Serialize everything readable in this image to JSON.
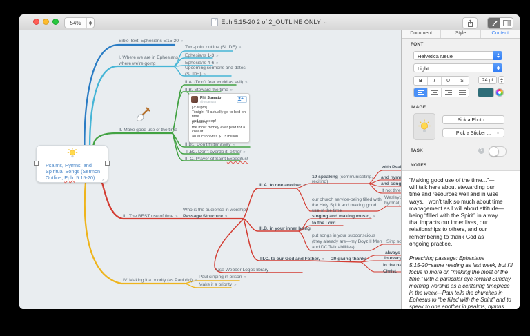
{
  "window": {
    "zoom_level": "54%",
    "title": "Eph 5.15-20 2 of 2_OUTLINE ONLY"
  },
  "inspector": {
    "tabs": {
      "document": "Document",
      "style": "Style",
      "content": "Content"
    },
    "font": {
      "label": "FONT",
      "family": "Helvetica Neue",
      "weight": "Light",
      "bold": "B",
      "italic": "I",
      "underline": "U",
      "strike": "S",
      "size": "24 pt",
      "color_swatch": "#2e6d78"
    },
    "image": {
      "label": "IMAGE",
      "pick_photo": "Pick a Photo ...",
      "pick_sticker": "Pick a Sticker ..."
    },
    "task": {
      "label": "TASK",
      "help": "?"
    },
    "notes": {
      "label": "NOTES",
      "paragraph1": "“Making good use of the time...”—\nwill talk here about stewarding our\ntime and resources well and in wise\nways. I won’t talk so much about time\nmanagement as I will about attitude—\nbeing “filled with the Spirit” in a way\nthat impacts our inner lives, our\nrelationships to others, and our\nremembering to thank God as\nongoing practice.",
      "paragraph2": "Preaching passage: Ephesians\n5:15-20=same reading as last week, but I’ll\nfocus in more on “making the most of the\ntime,” with a particular eye toward Sunday\nmorning worship as a centering timepiece\nin the week—Paul tells the churches in\nEphesus to “be filled with the Spirit” and to\nspeak to one another in psalms, hymns"
    }
  },
  "map": {
    "root": {
      "pre": "Psalms, Hymns, and\nSpiritual Songs (Sermon\nOutline, ",
      "word": "Eph.",
      "post": " 5:15-20)"
    },
    "nodes": {
      "bible": "Bible Text: Ephesians 5:15-20",
      "where": "I. Where we are in Ephesians,\nwhere we’re going",
      "two_point": "Two-point outline (SLIDE)",
      "eph13": "Ephesians 1-3",
      "eph46": "Ephesians 4-6",
      "upcoming": "Upcoming sermons and dates\n(SLIDE)",
      "make_use": "II. Make good use of the time",
      "iia": "II.A. (Don’t fear world as evil)",
      "iib": "II.B. Steward the time",
      "iib1": "II.B1. Don’t fritter away",
      "iib2": "II.B2. Don’t overdo it, either",
      "iic_pre": "II. C. Prayer of Saint ",
      "iic_word": "Expeditus!",
      "best": "III. The BEST use of time",
      "audience": "Who is the audience in worship?",
      "passage": "Passage Structure",
      "iiia": "III.A. to one another",
      "speaking_b": "19 speaking",
      "speaking_r": " (communicating,\nreciting)",
      "church": "our church service-being filled with\nthe Holy Spirit and making good\nuse of the time",
      "with_psalms": "with Psalms",
      "and_hymns": "and hymns",
      "and_songs": "and songs in",
      "if_not": "If not three ty",
      "wesley": "Wesley’s ru\nhymnal)",
      "iiib": "III.B. in your inner being",
      "singing": "singing and making music,",
      "to_lord": "to the Lord",
      "put_songs": "put songs in your subconscious\n(they already are—my Boyz II Men\nand DC Talk abilities)",
      "sing_sor": "Sing sor",
      "iiic": "III.C. to our God and Father,",
      "giving": "20 giving thanks",
      "always": "always",
      "in_everything": "in everything",
      "in_name": "in the name of our L\nChrist,",
      "webber": "Use Webber Logos library",
      "iv": "IV. Making it a priority (as Paul did)",
      "paul": "Paul singing in prison",
      "make_pri": "Make it a priority"
    }
  },
  "tweet": {
    "name": "Phil Stamato",
    "handle": "@pstamato",
    "time1": "[7:30pm]",
    "body1": "Tonight I’ll actually go to bed on time\nand get sleep!",
    "time2": "[2:30am]",
    "body2": "the most money ever paid for a cow at\nan auction was $1.3 million"
  },
  "colors": {
    "branch_blue": "#2a7cc4",
    "branch_teal": "#46b5d6",
    "branch_green": "#42a242",
    "branch_red": "#d33d33",
    "branch_yellow": "#eeb41c",
    "accent_blue": "#3e86f7"
  }
}
